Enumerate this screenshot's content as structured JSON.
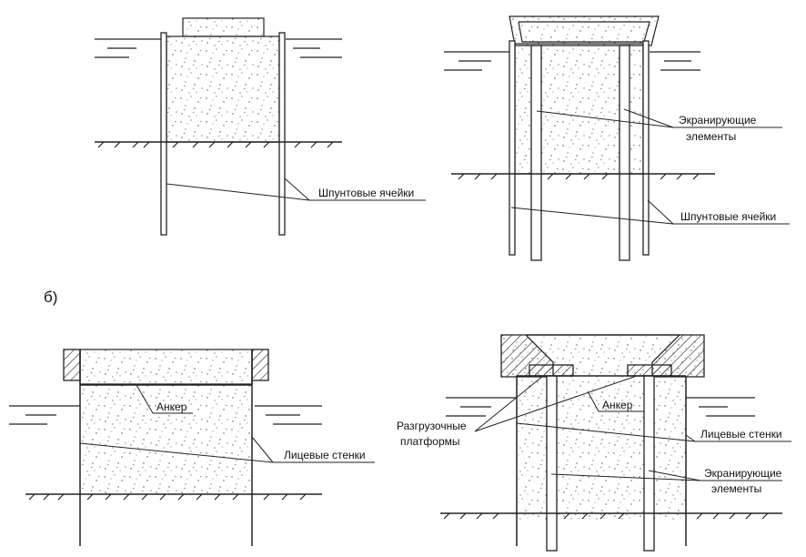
{
  "section_label": "б)",
  "labels": {
    "sheet_cells": "Шпунтовые ячейки",
    "screening_elements_line1": "Экранирующие",
    "screening_elements_line2": "элементы",
    "anchor": "Анкер",
    "face_walls": "Лицевые стенки",
    "relief_platforms_line1": "Разгрузочные",
    "relief_platforms_line2": "платформы"
  },
  "colors": {
    "line": "#222222",
    "fill_dots": "#555555",
    "background": "#ffffff"
  }
}
